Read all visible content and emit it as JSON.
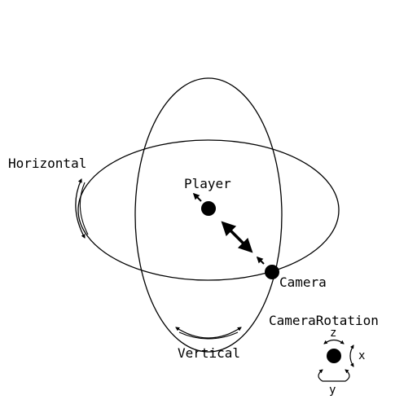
{
  "labels": {
    "player": "Player",
    "camera": "Camera",
    "horizontal": "Horizontal",
    "vertical": "Vertical",
    "camera_rotation": "CameraRotation",
    "axis_z": "z",
    "axis_x": "x",
    "axis_y": "y"
  },
  "colors": {
    "ink": "#000000",
    "background": "#ffffff"
  }
}
